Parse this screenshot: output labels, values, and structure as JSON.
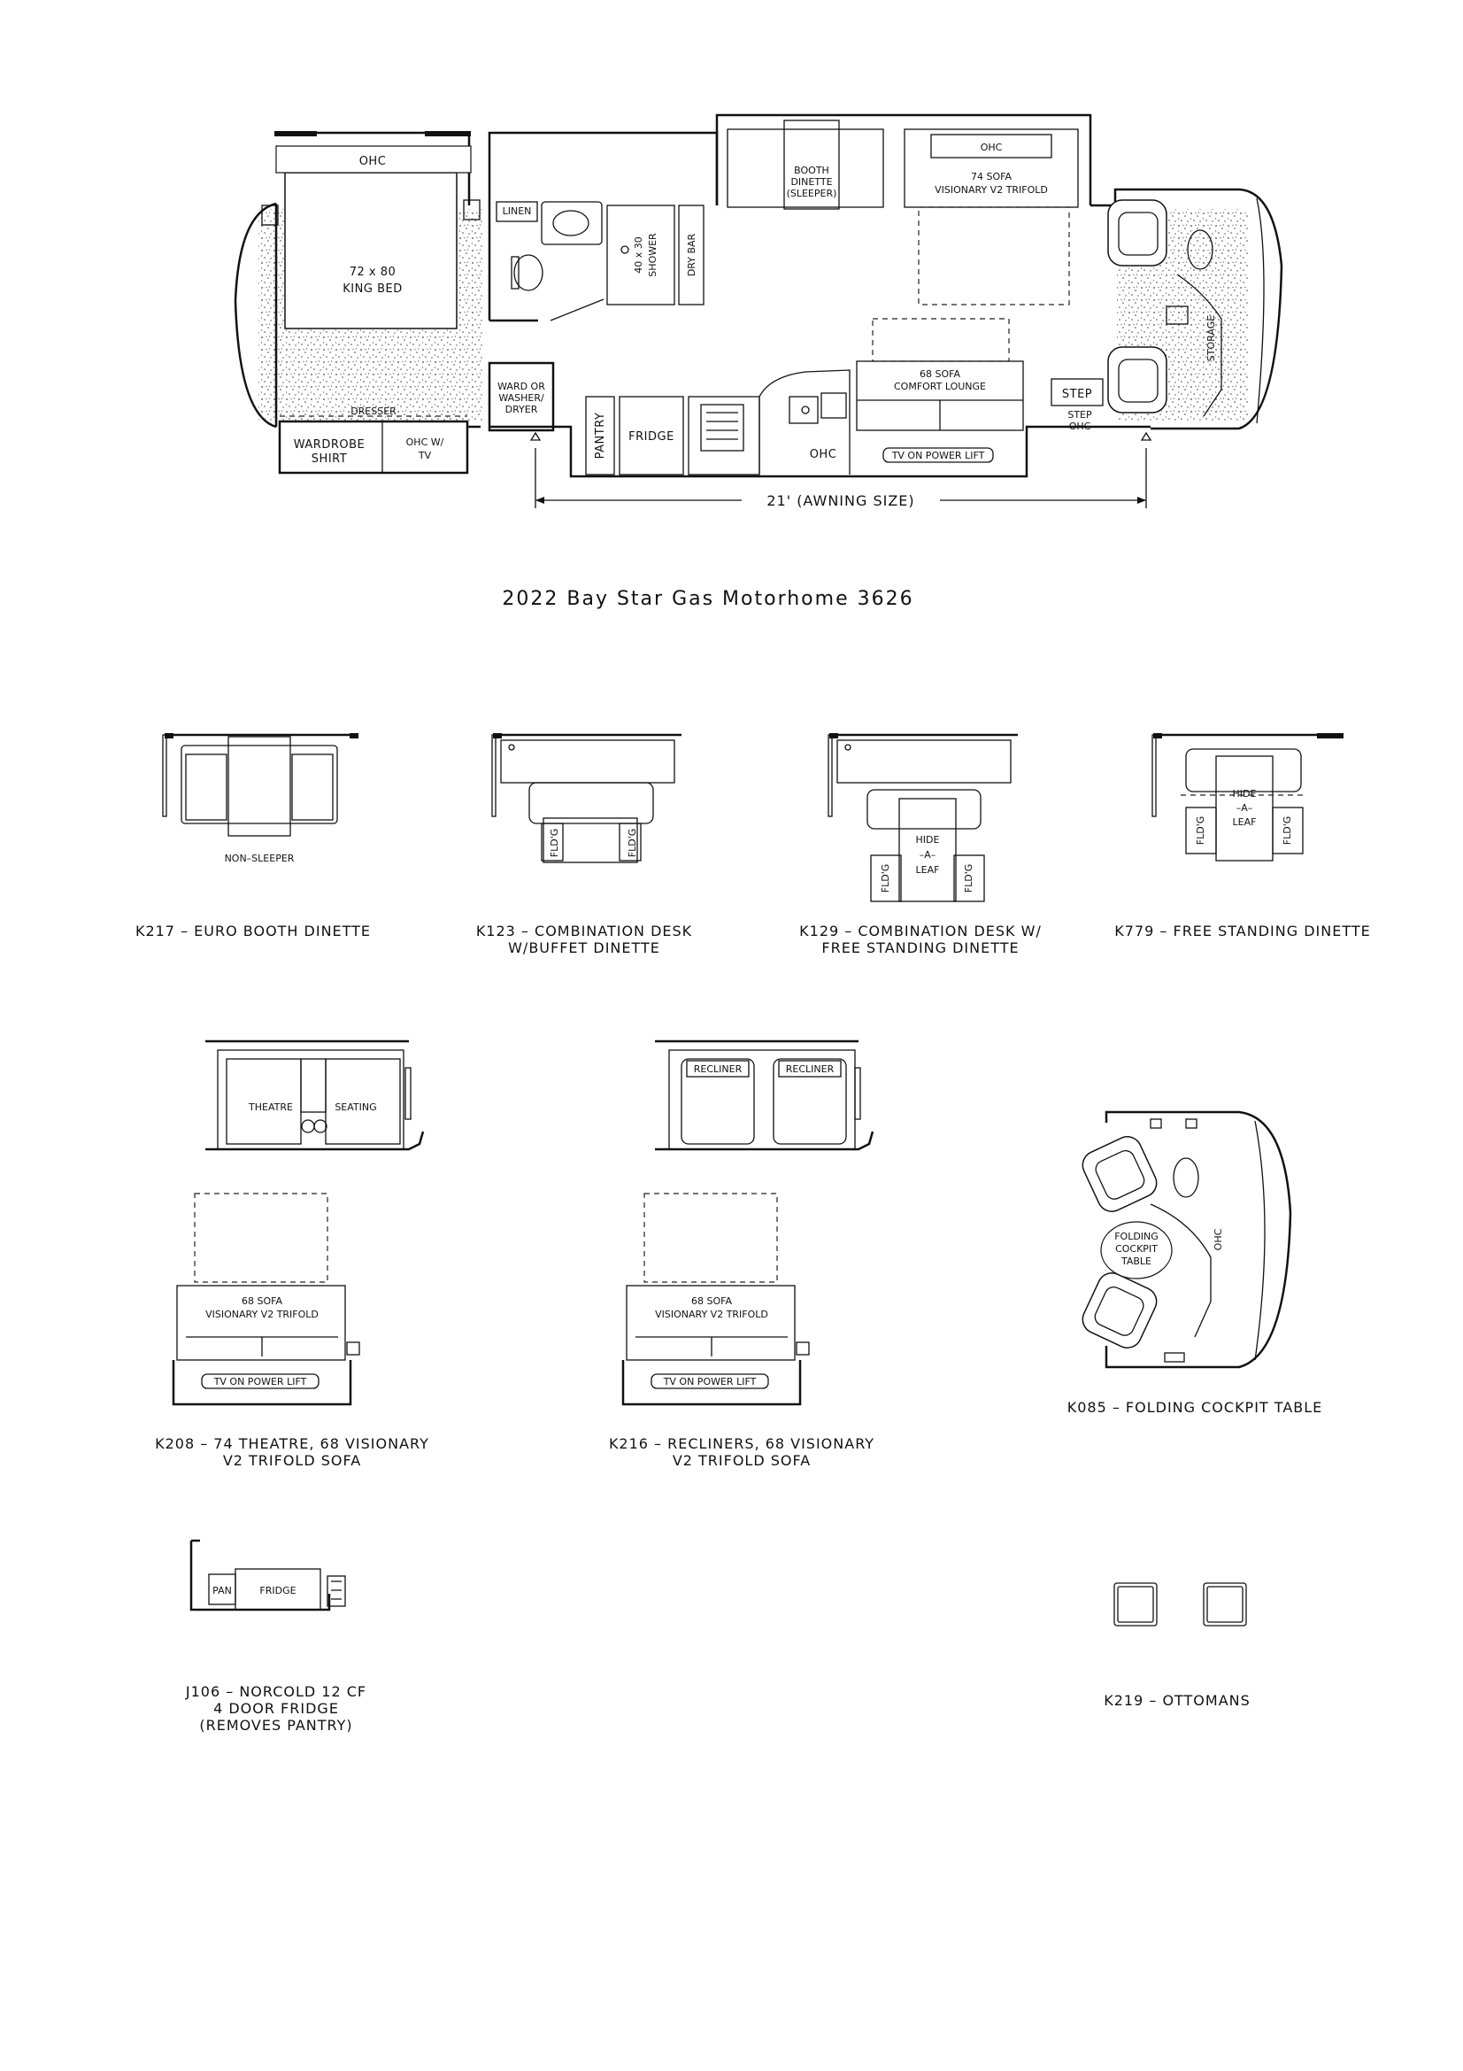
{
  "title": "2022 Bay Star Gas Motorhome 3626",
  "main_plan": {
    "labels": {
      "ohc_bed": "OHC",
      "bed_size": "72 x 80",
      "bed_name": "KING BED",
      "linen": "LINEN",
      "shower_size": "40 x 30",
      "shower": "SHOWER",
      "dry_bar": "DRY BAR",
      "ward_washer_1": "WARD OR",
      "ward_washer_2": "WASHER/",
      "ward_washer_3": "DRYER",
      "dresser": "DRESSER",
      "wardrobe_1": "WARDROBE",
      "wardrobe_2": "SHIRT",
      "ohc_tv_1": "OHC W/",
      "ohc_tv_2": "TV",
      "pantry": "PANTRY",
      "fridge": "FRIDGE",
      "ohc_kitchen": "OHC",
      "booth_1": "BOOTH",
      "booth_2": "DINETTE",
      "booth_3": "(SLEEPER)",
      "ohc_sofa": "OHC",
      "sofa74_1": "74 SOFA",
      "sofa74_2": "VISIONARY V2 TRIFOLD",
      "sofa68_1": "68 SOFA",
      "sofa68_2": "COMFORT LOUNGE",
      "tv_lift": "TV ON POWER LIFT",
      "step": "STEP",
      "step_ohc_1": "STEP",
      "step_ohc_2": "OHC",
      "storage": "STORAGE",
      "awning": "21' (AWNING SIZE)"
    }
  },
  "options": [
    {
      "code_label": "K217 – EURO BOOTH DINETTE",
      "inner": [
        "NON–SLEEPER"
      ]
    },
    {
      "code_label": "K123 – COMBINATION DESK",
      "code_label_2": "W/BUFFET DINETTE",
      "inner": [
        "FLD'G",
        "FLD'G"
      ]
    },
    {
      "code_label": "K129 – COMBINATION DESK W/",
      "code_label_2": "FREE STANDING DINETTE",
      "inner": [
        "HIDE",
        "–A–",
        "LEAF",
        "FLD'G",
        "FLD'G"
      ]
    },
    {
      "code_label": "K779 – FREE STANDING DINETTE",
      "inner": [
        "HIDE",
        "–A–",
        "LEAF",
        "FLD'G",
        "FLD'G"
      ]
    },
    {
      "code_label": "K208 – 74 THEATRE, 68 VISIONARY",
      "code_label_2": "V2 TRIFOLD SOFA",
      "inner": [
        "THEATRE",
        "SEATING",
        "68 SOFA",
        "VISIONARY V2 TRIFOLD",
        "TV ON POWER LIFT"
      ]
    },
    {
      "code_label": "K216 – RECLINERS, 68 VISIONARY",
      "code_label_2": "V2 TRIFOLD SOFA",
      "inner": [
        "RECLINER",
        "RECLINER",
        "68 SOFA",
        "VISIONARY V2 TRIFOLD",
        "TV ON POWER LIFT"
      ]
    },
    {
      "code_label": "K085 – FOLDING COCKPIT TABLE",
      "inner": [
        "FOLDING",
        "COCKPIT",
        "TABLE",
        "OHC"
      ]
    },
    {
      "code_label": "J106 – NORCOLD 12 CF",
      "code_label_2": "4 DOOR FRIDGE",
      "code_label_3": "(REMOVES PANTRY)",
      "inner": [
        "PAN",
        "FRIDGE"
      ]
    },
    {
      "code_label": "K219 – OTTOMANS",
      "inner": []
    }
  ]
}
